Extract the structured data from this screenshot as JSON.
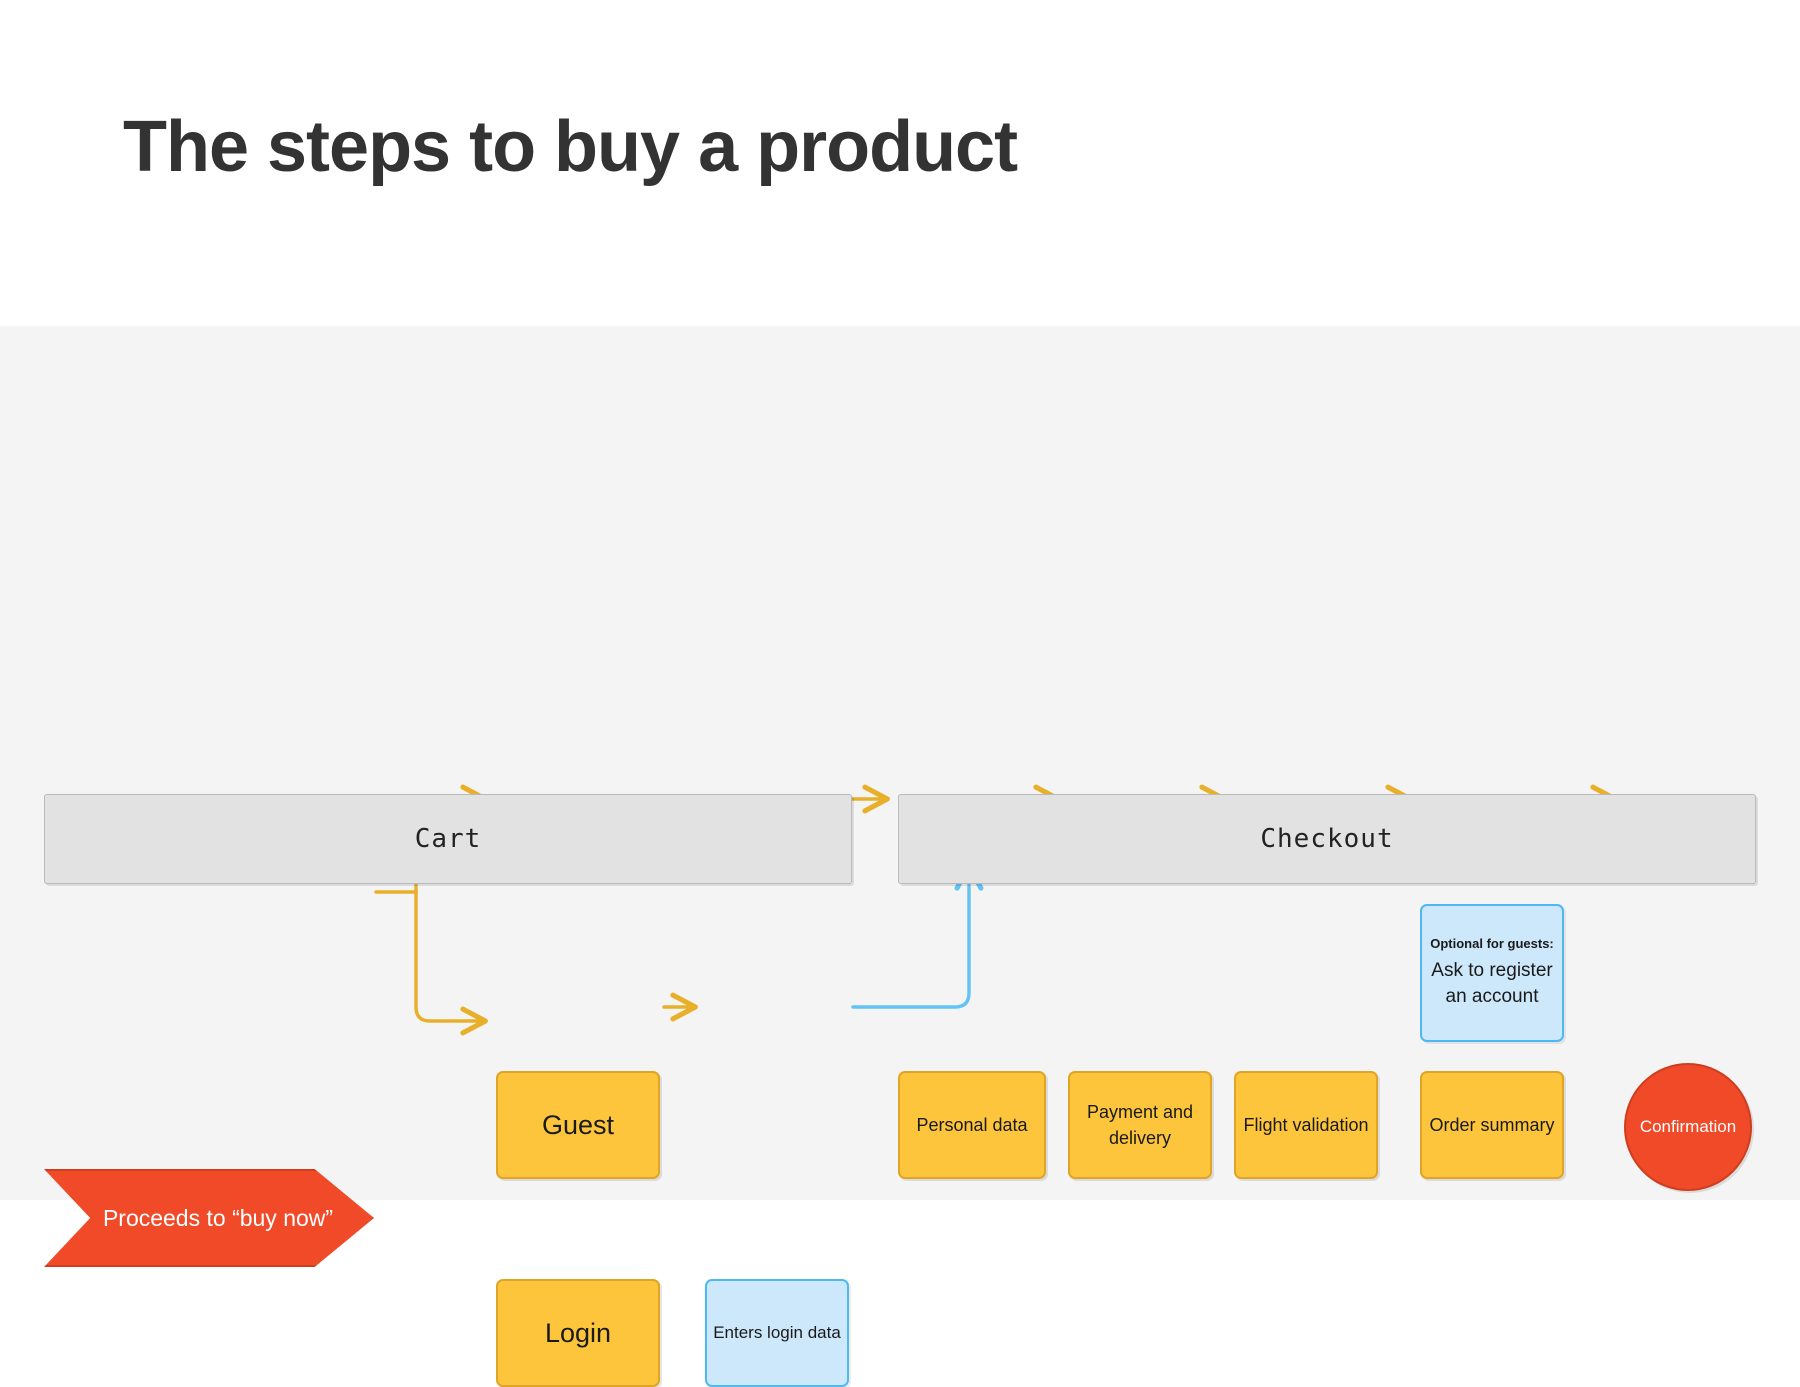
{
  "header": {
    "title": "The steps to buy a product"
  },
  "canvas": {
    "background_color": "#f4f4f4",
    "phases": [
      {
        "id": "cart",
        "label": "Cart"
      },
      {
        "id": "checkout",
        "label": "Checkout"
      }
    ]
  },
  "diagram_data": {
    "type": "flowchart",
    "colors": {
      "start_end": "#f04a28",
      "process": "#fcc53c",
      "process_border": "#e0a526",
      "note": "#cde8fb",
      "note_border": "#4cb9f2",
      "connector_primary": "#e8b02a",
      "connector_secondary": "#62c4f5",
      "phase_bar": "#e2e2e2"
    },
    "nodes": [
      {
        "id": "start",
        "label": "Proceeds to “buy now”",
        "shape": "chevron",
        "color": "#f04a28"
      },
      {
        "id": "guest",
        "label": "Guest",
        "shape": "rect",
        "color": "#fcc53c"
      },
      {
        "id": "login",
        "label": "Login",
        "shape": "rect",
        "color": "#fcc53c"
      },
      {
        "id": "enters_login",
        "label": "Enters login data",
        "shape": "rect",
        "color": "#cde8fb"
      },
      {
        "id": "personal_data",
        "label": "Personal data",
        "shape": "rect",
        "color": "#fcc53c"
      },
      {
        "id": "payment",
        "label": "Payment and delivery",
        "shape": "rect",
        "color": "#fcc53c"
      },
      {
        "id": "flight",
        "label": "Flight validation",
        "shape": "rect",
        "color": "#fcc53c"
      },
      {
        "id": "order_summary",
        "label": "Order summary",
        "shape": "rect",
        "color": "#fcc53c"
      },
      {
        "id": "confirmation",
        "label": "Confirmation",
        "shape": "circle",
        "color": "#f04a28"
      },
      {
        "id": "optional",
        "label_title": "Optional for guests:",
        "label_body": "Ask to register an account",
        "shape": "rect",
        "color": "#cde8fb"
      }
    ],
    "edges": [
      {
        "from": "start",
        "to": "guest",
        "style": "orthogonal",
        "color": "#e8b02a"
      },
      {
        "from": "start",
        "to": "login",
        "style": "orthogonal",
        "color": "#e8b02a"
      },
      {
        "from": "guest",
        "to": "personal_data",
        "style": "straight",
        "color": "#e8b02a"
      },
      {
        "from": "login",
        "to": "enters_login",
        "style": "straight",
        "color": "#e8b02a"
      },
      {
        "from": "enters_login",
        "to": "personal_data",
        "style": "orthogonal",
        "color": "#62c4f5"
      },
      {
        "from": "personal_data",
        "to": "payment",
        "style": "straight",
        "color": "#e8b02a"
      },
      {
        "from": "payment",
        "to": "flight",
        "style": "straight",
        "color": "#e8b02a"
      },
      {
        "from": "flight",
        "to": "order_summary",
        "style": "straight",
        "color": "#e8b02a"
      },
      {
        "from": "order_summary",
        "to": "confirmation",
        "style": "straight",
        "color": "#e8b02a"
      }
    ]
  },
  "nodes": {
    "start": {
      "label": "Proceeds to “buy now”"
    },
    "guest": {
      "label": "Guest"
    },
    "login": {
      "label": "Login"
    },
    "enters_login": {
      "label": "Enters login data"
    },
    "personal_data": {
      "label": "Personal data"
    },
    "payment": {
      "label": "Payment and delivery"
    },
    "flight": {
      "label": "Flight validation"
    },
    "order_summary": {
      "label": "Order summary"
    },
    "confirmation": {
      "label": "Confirmation"
    },
    "optional": {
      "title": "Optional for guests:",
      "body": "Ask to register an account"
    }
  }
}
